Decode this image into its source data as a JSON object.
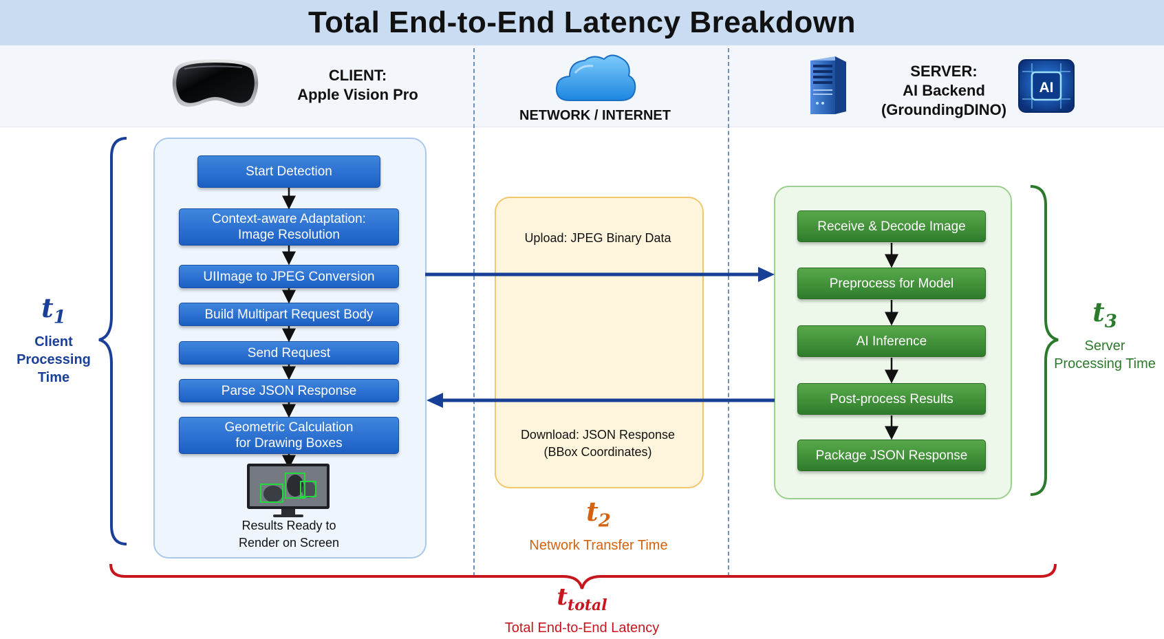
{
  "title": "Total End-to-End Latency Breakdown",
  "header": {
    "client_line1": "CLIENT:",
    "client_line2": "Apple Vision Pro",
    "network": "NETWORK / INTERNET",
    "server_line1": "SERVER:",
    "server_line2": "AI Backend",
    "server_line3": "(GroundingDINO)",
    "ai_chip_text": "AI"
  },
  "client_steps": [
    {
      "label": "Start Detection"
    },
    {
      "label": "Context-aware Adaptation:\nImage Resolution"
    },
    {
      "label": "UIImage to JPEG Conversion"
    },
    {
      "label": "Build Multipart Request Body"
    },
    {
      "label": "Send Request"
    },
    {
      "label": "Parse JSON Response"
    },
    {
      "label": "Geometric Calculation\nfor Drawing Boxes"
    }
  ],
  "client_result": {
    "line1": "Results Ready to",
    "line2": "Render on Screen"
  },
  "network_box": {
    "upload": "Upload: JPEG Binary Data",
    "download_line1": "Download: JSON Response",
    "download_line2": "(BBox Coordinates)"
  },
  "server_steps": [
    {
      "label": "Receive & Decode Image"
    },
    {
      "label": "Preprocess for Model"
    },
    {
      "label": "AI Inference"
    },
    {
      "label": "Post-process Results"
    },
    {
      "label": "Package JSON Response"
    }
  ],
  "timings": {
    "t1": {
      "symbol": "t",
      "subscript": "1",
      "line1": "Client",
      "line2": "Processing Time"
    },
    "t2": {
      "symbol": "t",
      "subscript": "2",
      "line1": "Network Transfer Time"
    },
    "t3": {
      "symbol": "t",
      "subscript": "3",
      "line1": "Server",
      "line2": "Processing Time"
    },
    "total": {
      "symbol": "t",
      "subscript": "total",
      "line1": "Total End-to-End Latency"
    }
  },
  "colors": {
    "client": "#1a3f99",
    "network": "#d4620e",
    "server": "#2b7a2b",
    "total": "#c8161e"
  },
  "icons": [
    "vision-pro-headset-icon",
    "cloud-icon",
    "server-tower-icon",
    "ai-chip-icon",
    "monitor-result-icon"
  ]
}
